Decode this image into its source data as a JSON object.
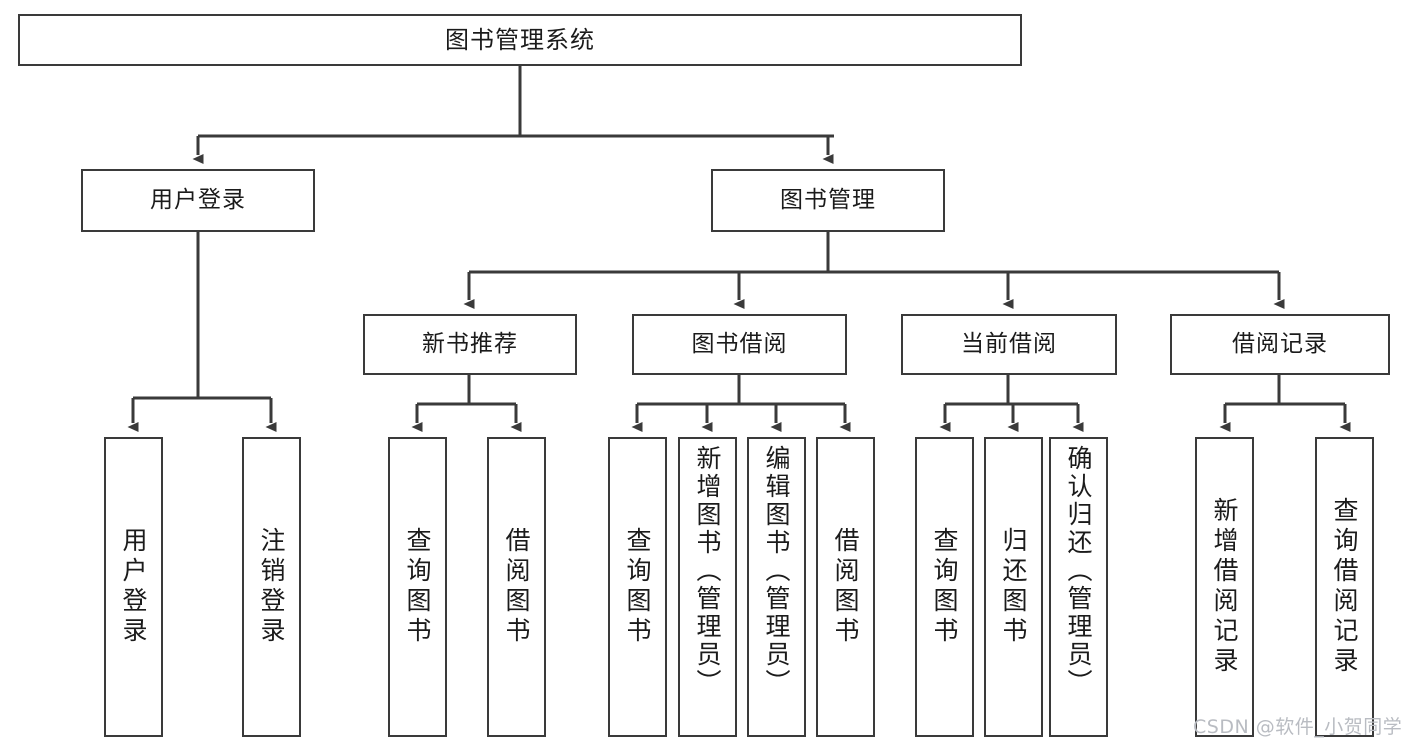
{
  "diagram": {
    "type": "tree",
    "title_node": "图书管理系统",
    "watermark": "CSDN @软件_小贺同学",
    "colors": {
      "box_border": "#3a3a3a",
      "box_fill": "#ffffff",
      "connector": "#3a3a3a",
      "text": "#1b1b1b",
      "watermark": "#b9bcc2",
      "background": "#ffffff"
    },
    "levels": {
      "level1": [
        "图书管理系统"
      ],
      "level2": [
        "用户登录",
        "图书管理"
      ],
      "level3": [
        "新书推荐",
        "图书借阅",
        "当前借阅",
        "借阅记录"
      ],
      "level4": [
        "用户登录",
        "注销登录",
        "查询图书",
        "借阅图书",
        "查询图书",
        "新增图书（管理员）",
        "编辑图书（管理员）",
        "借阅图书",
        "查询图书",
        "归还图书",
        "确认归还（管理员）",
        "新增借阅记录",
        "查询借阅记录"
      ]
    },
    "nodes": {
      "root": {
        "label": "图书管理系统"
      },
      "user_login": {
        "label": "用户登录"
      },
      "book_mgmt": {
        "label": "图书管理"
      },
      "new_book_rec": {
        "label": "新书推荐"
      },
      "book_borrow": {
        "label": "图书借阅"
      },
      "current_borrow": {
        "label": "当前借阅"
      },
      "borrow_record": {
        "label": "借阅记录"
      },
      "leaf_user_login": {
        "label": "用户登录"
      },
      "leaf_logout": {
        "label": "注销登录"
      },
      "leaf_query_book_a": {
        "label": "查询图书"
      },
      "leaf_borrow_book_a": {
        "label": "借阅图书"
      },
      "leaf_query_book_b": {
        "label": "查询图书"
      },
      "leaf_add_book": {
        "label": "新增图书（管理员）"
      },
      "leaf_edit_book": {
        "label": "编辑图书（管理员）"
      },
      "leaf_borrow_book_b": {
        "label": "借阅图书"
      },
      "leaf_query_book_c": {
        "label": "查询图书"
      },
      "leaf_return_book": {
        "label": "归还图书"
      },
      "leaf_confirm_return": {
        "label": "确认归还（管理员）"
      },
      "leaf_add_record": {
        "label": "新增借阅记录"
      },
      "leaf_query_record": {
        "label": "查询借阅记录"
      }
    },
    "edges": [
      {
        "from": "root",
        "to": "user_login"
      },
      {
        "from": "root",
        "to": "book_mgmt"
      },
      {
        "from": "user_login",
        "to": "leaf_user_login"
      },
      {
        "from": "user_login",
        "to": "leaf_logout"
      },
      {
        "from": "book_mgmt",
        "to": "new_book_rec"
      },
      {
        "from": "book_mgmt",
        "to": "book_borrow"
      },
      {
        "from": "book_mgmt",
        "to": "current_borrow"
      },
      {
        "from": "book_mgmt",
        "to": "borrow_record"
      },
      {
        "from": "new_book_rec",
        "to": "leaf_query_book_a"
      },
      {
        "from": "new_book_rec",
        "to": "leaf_borrow_book_a"
      },
      {
        "from": "book_borrow",
        "to": "leaf_query_book_b"
      },
      {
        "from": "book_borrow",
        "to": "leaf_add_book"
      },
      {
        "from": "book_borrow",
        "to": "leaf_edit_book"
      },
      {
        "from": "book_borrow",
        "to": "leaf_borrow_book_b"
      },
      {
        "from": "current_borrow",
        "to": "leaf_query_book_c"
      },
      {
        "from": "current_borrow",
        "to": "leaf_return_book"
      },
      {
        "from": "current_borrow",
        "to": "leaf_confirm_return"
      },
      {
        "from": "borrow_record",
        "to": "leaf_add_record"
      },
      {
        "from": "borrow_record",
        "to": "leaf_query_record"
      }
    ]
  }
}
